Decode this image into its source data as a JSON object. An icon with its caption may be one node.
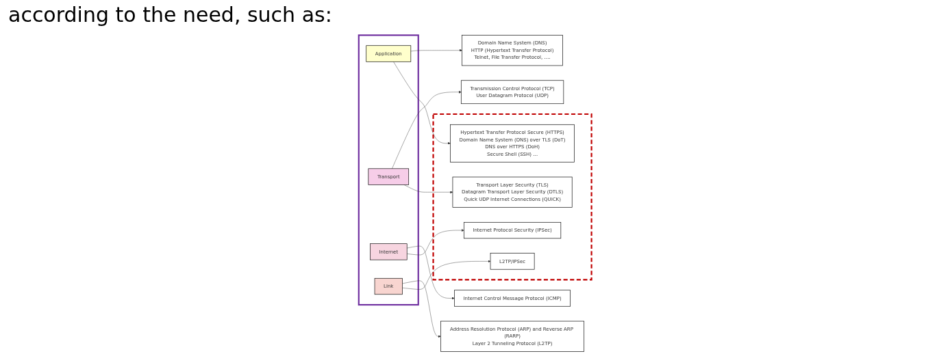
{
  "diagram": {
    "title": "according to the need, such as:",
    "nodes": [
      {
        "text": [
          "Domain Name System (DNS)",
          "HTTP (Hypertext Transfer Protocol)",
          "Telnet, File Transfer Protocol, …."
        ]
      },
      {
        "text": [
          "Transmission Control Protocol (TCP)",
          "User Datagram Protocol (UDP)"
        ]
      },
      {
        "text": [
          "Internet Control Message Protocol (ICMP)"
        ]
      },
      {
        "text": [
          "Address Resolution Protocol (ARP) and Reverse ARP (RARP)",
          "Layer 2 Tunneling Protocol (L2TP)"
        ]
      },
      {
        "text": [],
        "shape": "box"
      },
      {
        "text": [
          "Application"
        ],
        "in": 4
      },
      {
        "text": [
          "Transport"
        ],
        "in": 4
      },
      {
        "text": [
          "Internet"
        ],
        "in": 4
      },
      {
        "text": [
          "Link"
        ],
        "in": 4
      },
      {
        "text": [],
        "shape": "box"
      },
      {
        "text": [
          "Hypertext Transfer Protocol Secure (HTTPS)",
          "Domain Name System (DNS) over TLS (DoT)",
          "DNS over HTTPS (DoH)",
          "Secure Shell (SSH) …"
        ],
        "in": 9
      },
      {
        "text": [
          "Transport Layer Security (TLS)",
          "Datagram Transport Layer Security (DTLS)",
          "Quick UDP Internet Connections (QUICK)"
        ],
        "in": 9
      },
      {
        "text": [
          "Internet Protocol Security (IPSec)"
        ],
        "in": 9
      },
      {
        "text": [
          "L2TP/IPSec"
        ],
        "in": 9
      }
    ],
    "edges": [
      {
        "from": 5,
        "to": 0,
        "arrow": "to"
      },
      {
        "from": 6,
        "to": 1,
        "arrow": "to"
      },
      {
        "from": 7,
        "to": 2,
        "arrow": "to"
      },
      {
        "from": 8,
        "to": 3,
        "arrow": "to"
      },
      {
        "from": 5,
        "to": 10,
        "arrow": "to"
      },
      {
        "from": 6,
        "to": 11,
        "arrow": "to"
      },
      {
        "from": 7,
        "to": 12,
        "arrow": "to"
      },
      {
        "from": 8,
        "to": 13,
        "arrow": "to"
      }
    ]
  }
}
